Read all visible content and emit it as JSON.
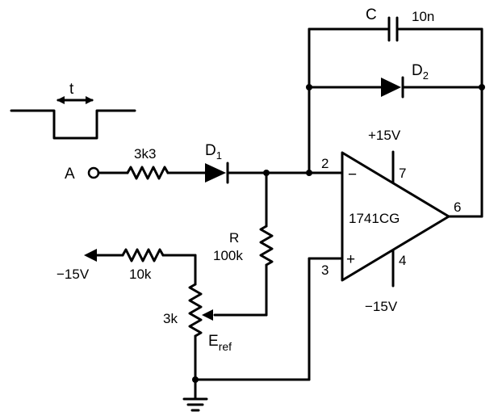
{
  "labels": {
    "pulse_width": "t",
    "input_terminal": "A",
    "input_resistor": "3k3",
    "diode_in": "D",
    "diode_in_sub": "1",
    "cap_name": "C",
    "cap_value": "10n",
    "diode_fb": "D",
    "diode_fb_sub": "2",
    "pin_inv": "2",
    "pin_noninv": "3",
    "pin_vpos": "7",
    "pin_vneg": "4",
    "pin_out": "6",
    "sign_minus": "−",
    "sign_plus": "+",
    "supply_pos": "+15V",
    "supply_neg": "−15V",
    "opamp": "1741CG",
    "r_name": "R",
    "r_value": "100k",
    "neg_supply_left": "−15V",
    "res_10k": "10k",
    "pot_value": "3k",
    "eref": "E",
    "eref_sub": "ref"
  }
}
